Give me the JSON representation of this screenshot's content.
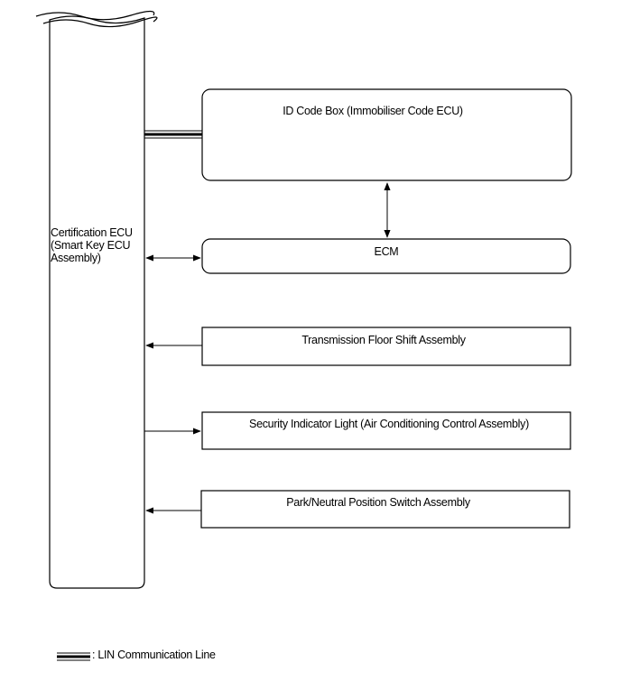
{
  "certification_ecu": {
    "label_lines": [
      "Certification ECU",
      "(Smart Key ECU",
      "Assembly)"
    ]
  },
  "components": {
    "id_code_box": "ID Code Box (Immobiliser Code ECU)",
    "ecm": "ECM",
    "transmission": "Transmission Floor Shift Assembly",
    "security_light": "Security Indicator Light (Air Conditioning Control Assembly)",
    "park_neutral": "Park/Neutral Position Switch Assembly"
  },
  "legend": {
    "lin_label": ": LIN Communication Line"
  }
}
